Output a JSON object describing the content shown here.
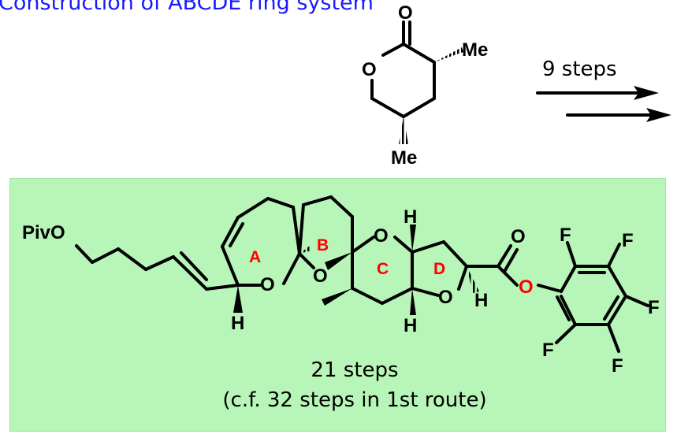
{
  "title": "Construction of ABCDE ring system",
  "reagent_arrow": {
    "label": "9 steps"
  },
  "starting_material": {
    "atoms": {
      "carbonyl_o": "O",
      "ring_o": "O",
      "me_top": "Me",
      "me_bottom": "Me"
    }
  },
  "product": {
    "atoms": {
      "pivo": "PivO",
      "o_ringA": "O",
      "o_ringB": "O",
      "o_ringC": "O",
      "o_ringD": "O",
      "o_carbonyl": "O",
      "o_ester": "O",
      "h_a": "H",
      "h_c_top": "H",
      "h_c_bottom": "H",
      "h_d": "H",
      "f1": "F",
      "f2": "F",
      "f3": "F",
      "f4": "F",
      "f5": "F"
    },
    "rings": [
      "A",
      "B",
      "C",
      "D"
    ]
  },
  "summary": {
    "line1": "21 steps",
    "line2": "(c.f. 32 steps in 1st route)"
  },
  "colors": {
    "title": "#1a1aff",
    "panel": "#b8f5b8",
    "ring_labels": "#ff0000",
    "ester_oxygen": "#ff0000"
  }
}
